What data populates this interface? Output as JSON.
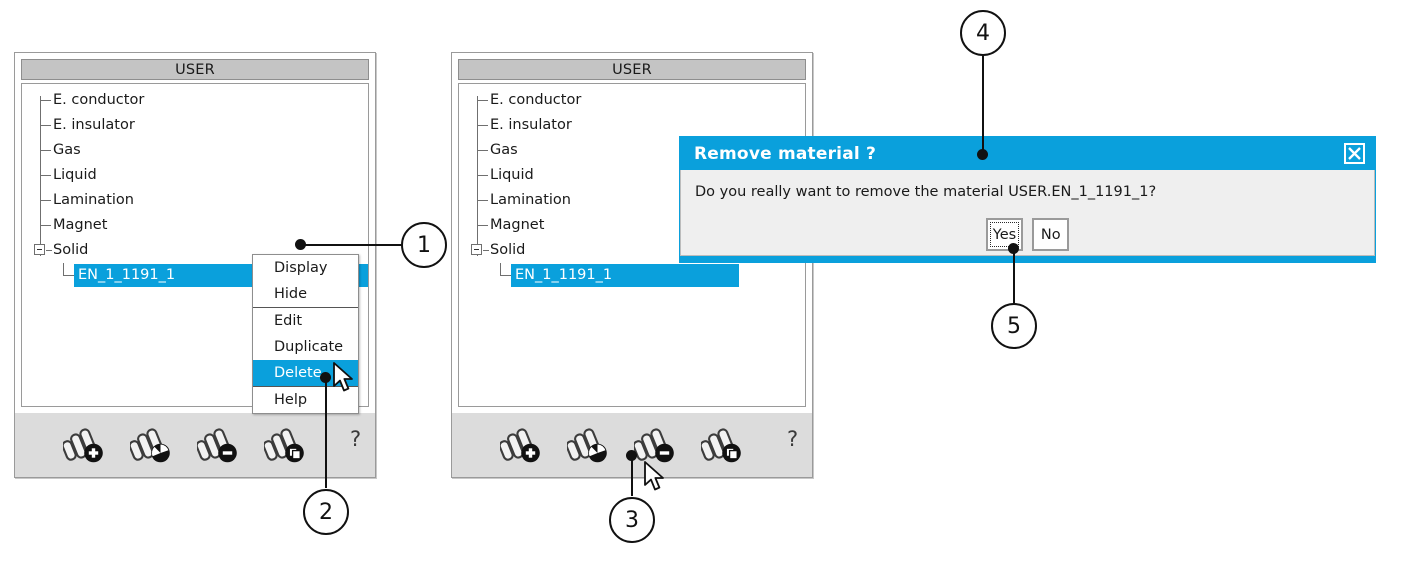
{
  "panels": [
    {
      "id": "panel-left",
      "title": "USER",
      "tree": [
        {
          "label": "E. conductor",
          "type": "leaf"
        },
        {
          "label": "E. insulator",
          "type": "leaf"
        },
        {
          "label": "Gas",
          "type": "leaf"
        },
        {
          "label": "Liquid",
          "type": "leaf"
        },
        {
          "label": "Lamination",
          "type": "leaf"
        },
        {
          "label": "Magnet",
          "type": "leaf"
        },
        {
          "label": "Solid",
          "type": "expanded"
        },
        {
          "label": "EN_1_1191_1",
          "type": "child-selected"
        }
      ]
    },
    {
      "id": "panel-right",
      "title": "USER",
      "tree": [
        {
          "label": "E. conductor",
          "type": "leaf"
        },
        {
          "label": "E. insulator",
          "type": "leaf"
        },
        {
          "label": "Gas",
          "type": "leaf"
        },
        {
          "label": "Liquid",
          "type": "leaf"
        },
        {
          "label": "Lamination",
          "type": "leaf"
        },
        {
          "label": "Magnet",
          "type": "leaf"
        },
        {
          "label": "Solid",
          "type": "expanded"
        },
        {
          "label": "EN_1_1191_1",
          "type": "child-selected"
        }
      ]
    }
  ],
  "toolbar": {
    "buttons": [
      {
        "name": "new-material-button",
        "icon": "material-plus-icon",
        "badge": "plus"
      },
      {
        "name": "edit-material-button",
        "icon": "material-edit-icon",
        "badge": "pie"
      },
      {
        "name": "remove-material-button",
        "icon": "material-minus-icon",
        "badge": "minus"
      },
      {
        "name": "duplicate-material-button",
        "icon": "material-copy-icon",
        "badge": "copy"
      }
    ],
    "help_label": "?"
  },
  "context_menu": {
    "groups": [
      [
        "Display",
        "Hide"
      ],
      [
        "Edit",
        "Duplicate",
        "Delete"
      ],
      [
        "Help"
      ]
    ],
    "selected": "Delete"
  },
  "dialog": {
    "title": "Remove material ?",
    "message": "Do you really want to remove the material USER.EN_1_1191_1?",
    "buttons": [
      {
        "label": "Yes",
        "focused": true
      },
      {
        "label": "No",
        "focused": false
      }
    ],
    "close_icon": "close-icon"
  },
  "callouts": [
    {
      "number": "1"
    },
    {
      "number": "2"
    },
    {
      "number": "3"
    },
    {
      "number": "4"
    },
    {
      "number": "5"
    }
  ],
  "colors": {
    "accent": "#0aa0dc",
    "panel_header": "#c4c4c4",
    "toolbar_bg": "#dcdcdc",
    "dialog_body": "#efefef",
    "text": "#1a1a1a"
  }
}
